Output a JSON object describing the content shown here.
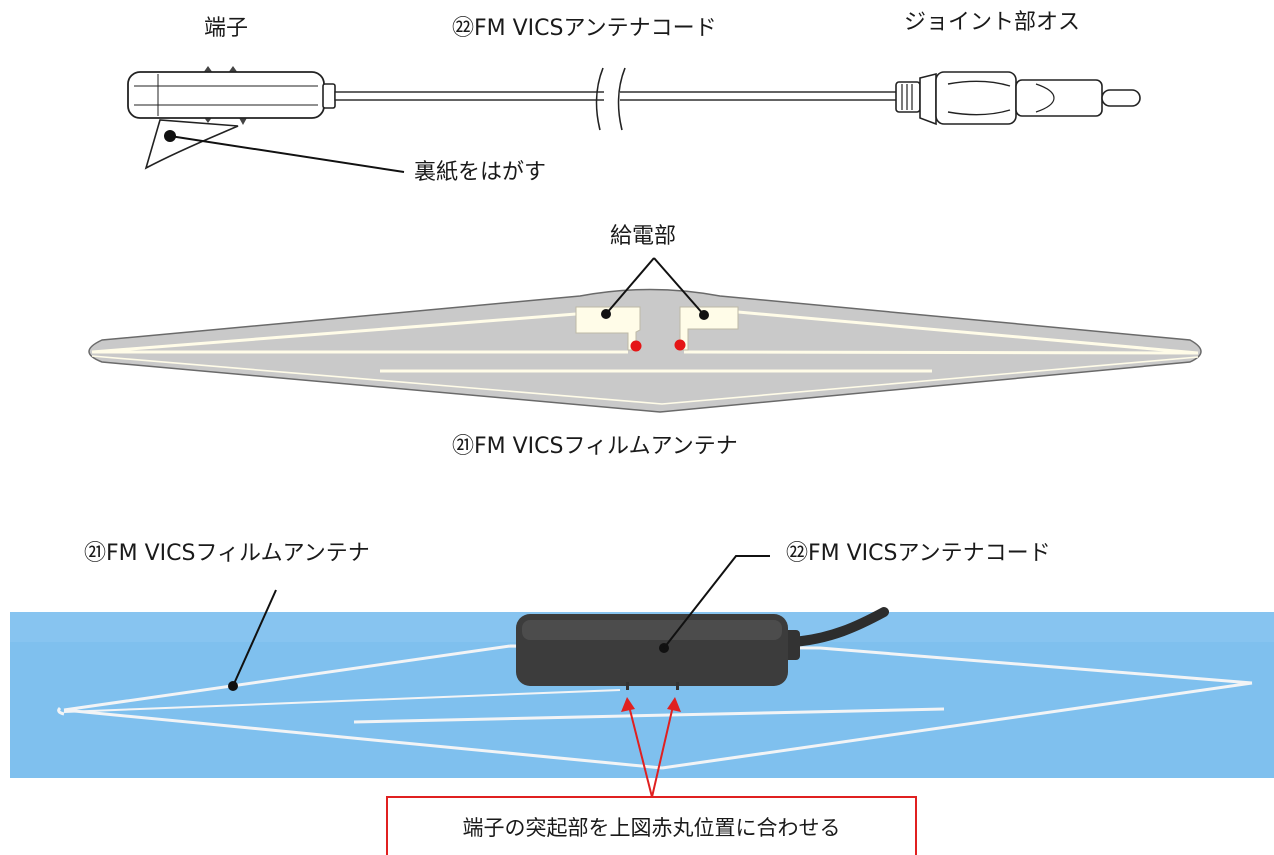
{
  "labels": {
    "terminal": "端子",
    "cord_top": "㉒FM VICSアンテナコード",
    "joint_male": "ジョイント部オス",
    "peel_backing": "裏紙をはがす",
    "feed_point": "給電部",
    "film_antenna_mid": "㉑FM VICSフィルムアンテナ",
    "film_antenna_photo": "㉑FM VICSフィルムアンテナ",
    "cord_photo": "㉒FM VICSアンテナコード",
    "instruction": "端子の突起部を上図赤丸位置に合わせる"
  },
  "colors": {
    "film_gray": "#c9c9c9",
    "element_line": "#fffce8",
    "feed_dot": "#e51515",
    "photo_bg": "#7fc0ee",
    "terminal_body": "#3a3a3a",
    "callout": "#e02020"
  }
}
